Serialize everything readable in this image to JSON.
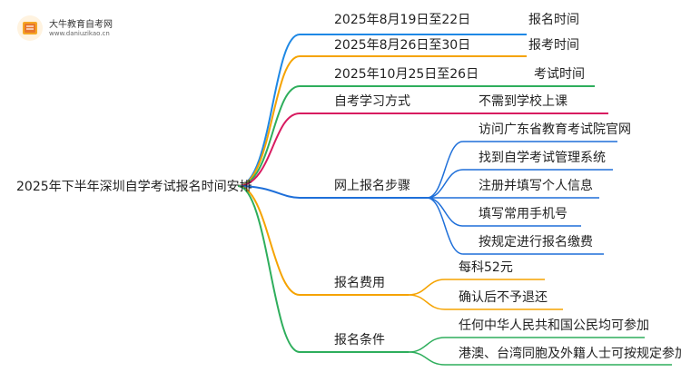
{
  "watermark": {
    "title": "大牛教育自考网",
    "url": "www.daniuzikao.cn",
    "colors": {
      "primary": "#f5a623",
      "secondary": "#e8762b"
    }
  },
  "root": "2025年下半年深圳自学考试报名时间安排",
  "branches": [
    {
      "label": "2025年8月19日至22日",
      "leaves": [
        "报名时间"
      ]
    },
    {
      "label": "2025年8月26日至30日",
      "leaves": [
        "报考时间"
      ]
    },
    {
      "label": "2025年10月25日至26日",
      "leaves": [
        "考试时间"
      ]
    },
    {
      "label": "自考学习方式",
      "leaves": [
        "不需到学校上课"
      ]
    },
    {
      "label": "网上报名步骤",
      "leaves": [
        "访问广东省教育考试院官网",
        "找到自学考试管理系统",
        "注册并填写个人信息",
        "填写常用手机号",
        "按规定进行报名缴费"
      ]
    },
    {
      "label": "报名费用",
      "leaves": [
        "每科52元",
        "确认后不予退还"
      ]
    },
    {
      "label": "报名条件",
      "leaves": [
        "任何中华人民共和国公民均可参加",
        "港澳、台湾同胞及外籍人士可按规定参加"
      ]
    }
  ],
  "colors": {
    "branch1": "#1e88e5",
    "branch2": "#f5a300",
    "branch3": "#2eae5c",
    "branch4": "#d81b60",
    "branch5": "#1e6fd9",
    "branch6": "#f5a300",
    "branch7": "#2eae5c"
  }
}
